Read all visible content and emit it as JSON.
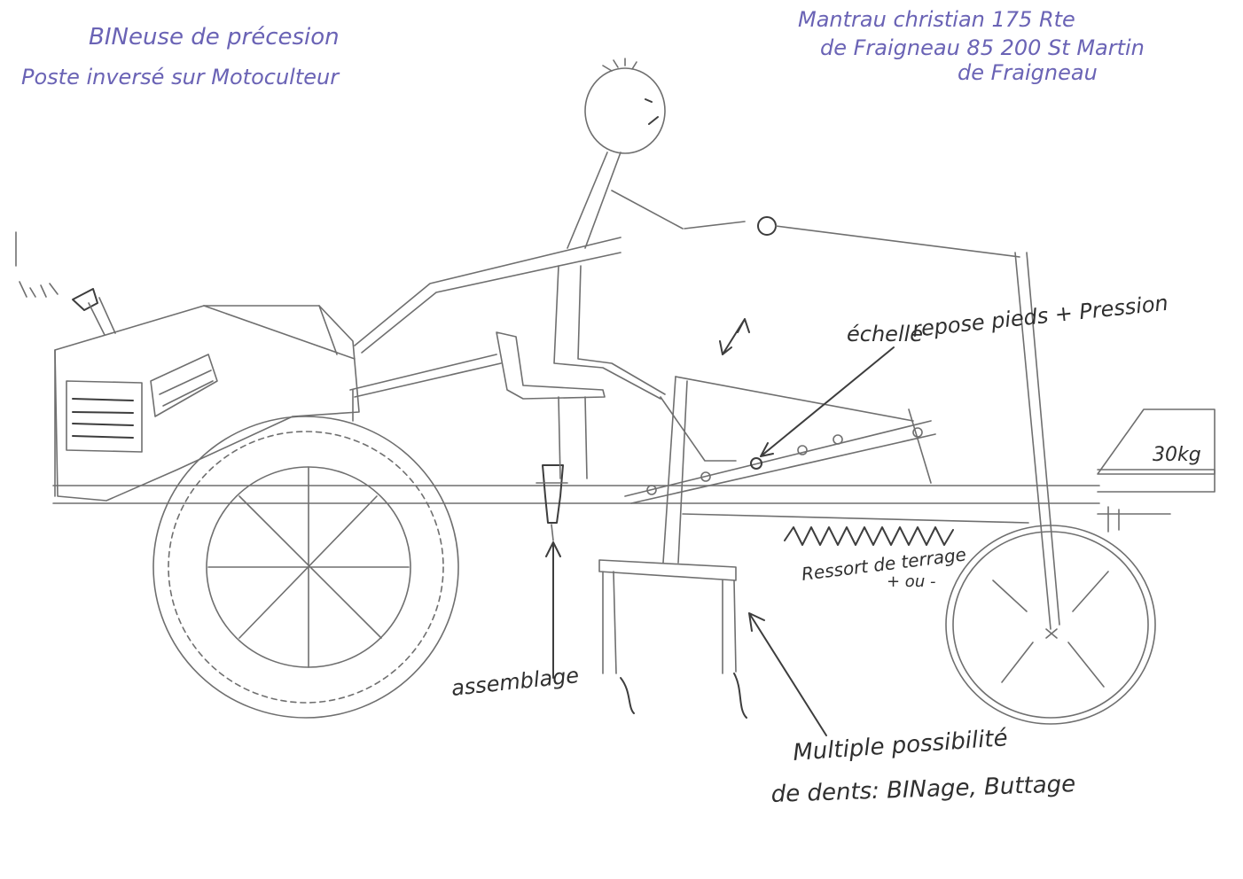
{
  "header_left": {
    "title": "BINeuse de précesion",
    "subtitle": "Poste inversé sur Motoculteur"
  },
  "header_right": {
    "line1": "Mantrau christian 175 Rte",
    "line2": "de Fraigneau 85 200 St Martin",
    "line3": "de Fraigneau"
  },
  "labels": {
    "echelle": "échelle",
    "repose_pieds": "repose pieds + Pression",
    "ressort": "Ressort de terrage",
    "ressort_sub": "+ ou -",
    "assemblage": "assemblage",
    "multiple_line1": "Multiple possibilité",
    "multiple_line2": "de dents: BINage, Buttage",
    "weight": "30kg"
  },
  "colors": {
    "ink_blue": "#6a63b5",
    "pencil": "#6f6f6f",
    "pencil_dark": "#3d3d3d",
    "paper": "#ffffff"
  }
}
